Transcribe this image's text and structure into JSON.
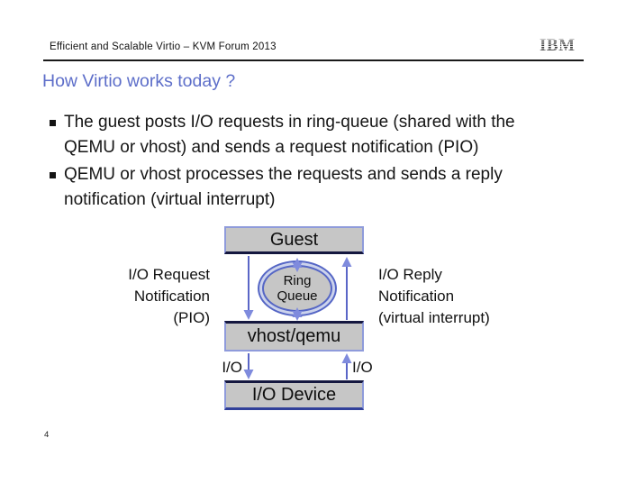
{
  "slide": {
    "header": {
      "title": "Efficient and Scalable Virtio – KVM Forum 2013",
      "logo": "IBM"
    },
    "page_title": "How Virtio works today ?",
    "bullets": [
      "The guest posts I/O requests in ring-queue (shared with the\nQEMU or vhost) and sends a request notification (PIO)",
      "QEMU or vhost processes the requests and sends a reply\nnotification (virtual interrupt)"
    ],
    "page_number": "4"
  },
  "diagram": {
    "nodes": {
      "guest": "Guest",
      "ring_queue": "Ring\nQueue",
      "vhost": "vhost/qemu",
      "io_device": "I/O Device"
    },
    "labels": {
      "request_notification": "I/O Request\nNotification\n(PIO)",
      "reply_notification": "I/O Reply\nNotification\n(virtual interrupt)",
      "io_left": "I/O",
      "io_right": "I/O"
    },
    "colors": {
      "title_blue": "#5d6ec9",
      "arrow_line": "#5a66c7",
      "arrow_head": "#7f8bdd",
      "box_fill": "#c6c6c6",
      "box_border": "#8f9bdb",
      "dark_edge": "#14173f"
    }
  }
}
